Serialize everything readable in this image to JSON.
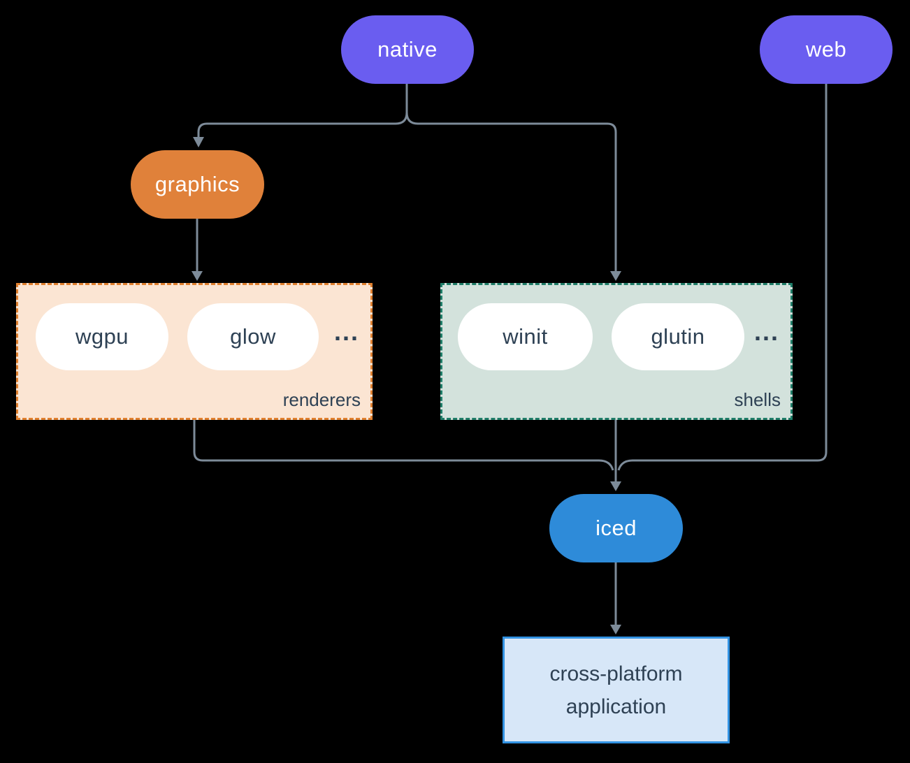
{
  "nodes": {
    "native": {
      "label": "native",
      "color": "#6a5df0"
    },
    "web": {
      "label": "web",
      "color": "#6a5df0"
    },
    "graphics": {
      "label": "graphics",
      "color": "#e0813a"
    },
    "iced": {
      "label": "iced",
      "color": "#2e8bd9"
    },
    "wgpu": {
      "label": "wgpu"
    },
    "glow": {
      "label": "glow"
    },
    "winit": {
      "label": "winit"
    },
    "glutin": {
      "label": "glutin"
    },
    "app": {
      "line1": "cross-platform",
      "line2": "application",
      "fill": "#d7e7f8",
      "border": "#3292e2"
    }
  },
  "groups": {
    "renderers": {
      "label": "renderers",
      "ellipsis": "...",
      "fill": "#fbe5d3",
      "border": "#e0802f"
    },
    "shells": {
      "label": "shells",
      "ellipsis": "...",
      "fill": "#d3e2dc",
      "border": "#1f7d68"
    }
  },
  "colors": {
    "background": "#000000",
    "connector": "#7d8b99",
    "dark_text": "#2e4154",
    "light_text": "#ffffff"
  }
}
